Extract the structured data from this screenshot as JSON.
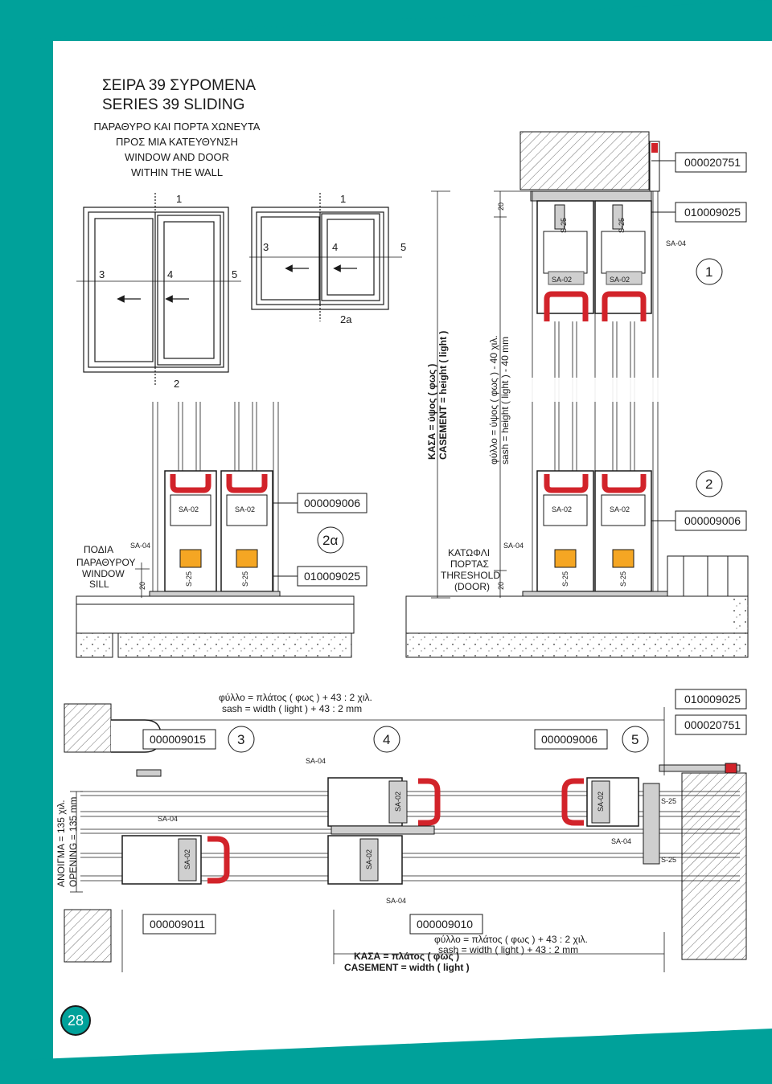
{
  "header": {
    "title_gr": "ΣΕΙΡΑ 39 ΣΥΡΟΜΕΝΑ",
    "title_en": "SERIES 39 SLIDING",
    "subtitle_gr_1": "ΠΑΡΑΘΥΡΟ ΚΑΙ ΠΟΡΤΑ ΧΩΝΕΥΤΑ",
    "subtitle_gr_2": "ΠΡΟΣ ΜΙΑ ΚΑΤΕΥΘΥΝΣΗ",
    "subtitle_en_1": "WINDOW AND DOOR",
    "subtitle_en_2": "WITHIN THE WALL"
  },
  "elevation": {
    "marks": [
      "1",
      "1",
      "3",
      "4",
      "5",
      "3",
      "4",
      "5",
      "2",
      "2a"
    ]
  },
  "section_vertical": {
    "codes": {
      "top_frame": "000020751",
      "top_rail": "010009025",
      "bottom_frame": "000009006",
      "bottom_rail": "010009025",
      "right_bottom": "000009006"
    },
    "badges": {
      "top": "1",
      "bottom_right": "2",
      "bottom_left": "2α"
    },
    "profiles": {
      "sa02": "SA-02",
      "sa04": "SA-04",
      "s25": "S-25",
      "dim20": "20"
    },
    "casement_height_gr": "ΚΑΣΑ = ύψος ( φως )",
    "casement_height_en": "CASEMENT = height ( light )",
    "sash_height_gr": "φύλλο = ύψος ( φως ) - 40 χιλ.",
    "sash_height_en": "sash = height ( light ) - 40 mm",
    "sill_gr_1": "ΠΟΔΙΑ",
    "sill_gr_2": "ΠΑΡΑΘΥΡΟΥ",
    "sill_en_1": "WINDOW",
    "sill_en_2": "SILL",
    "threshold_gr_1": "ΚΑΤΩΦΛΙ",
    "threshold_gr_2": "ΠΟΡΤΑΣ",
    "threshold_en_1": "THRESHOLD",
    "threshold_en_2": "(DOOR)"
  },
  "section_horizontal": {
    "sash_width_gr": "φύλλο = πλάτος ( φως ) + 43 : 2 χιλ.",
    "sash_width_en": "sash = width ( light ) + 43 : 2 mm",
    "codes": {
      "c1": "000009015",
      "c2": "000009006",
      "c3": "010009025",
      "c4": "000020751",
      "c5": "000009011",
      "c6": "000009010"
    },
    "badges": {
      "b3": "3",
      "b4": "4",
      "b5": "5"
    },
    "opening_gr": "ΑΝΟΙΓΜΑ = 135 χιλ.",
    "opening_en": "OPENING = 135 mm",
    "casement_width_gr": "ΚΑΣΑ = πλάτος ( φως )",
    "casement_width_en": "CASEMENT = width ( light )"
  },
  "footer": {
    "page_number": "28"
  },
  "colors": {
    "teal": "#00a19a",
    "gasket_red": "#d2232a",
    "brush_yellow": "#f5a623",
    "profile_gray": "#cfcfcf"
  }
}
